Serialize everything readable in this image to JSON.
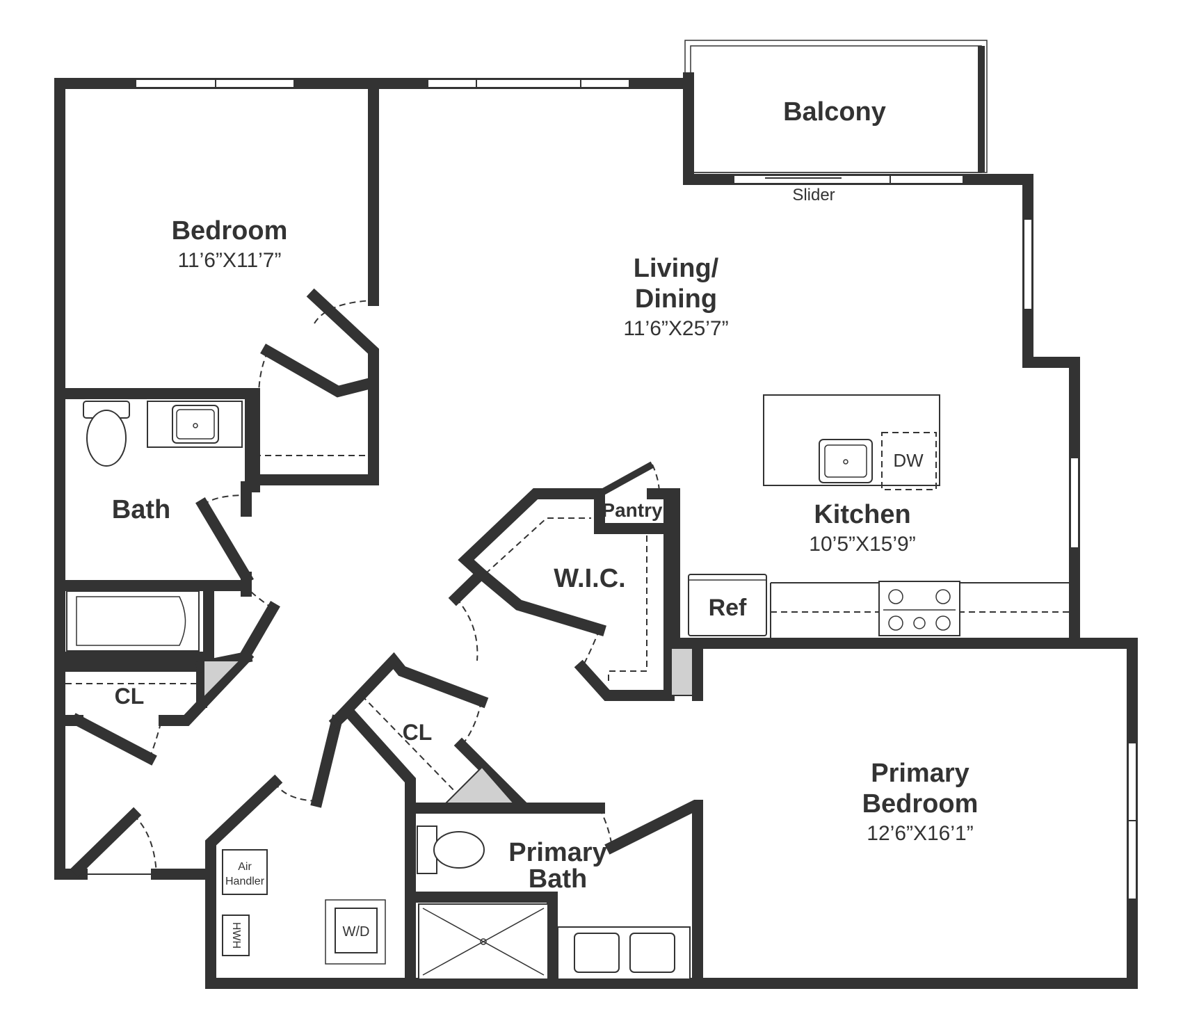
{
  "rooms": {
    "balcony": {
      "name": "Balcony"
    },
    "slider": {
      "name": "Slider"
    },
    "bedroom": {
      "name": "Bedroom",
      "dims": "11’6”X11’7”"
    },
    "living": {
      "name_line1": "Living/",
      "name_line2": "Dining",
      "dims": "11’6”X25’7”"
    },
    "kitchen": {
      "name": "Kitchen",
      "dims": "10’5”X15’9”"
    },
    "bath": {
      "name": "Bath"
    },
    "pantry": {
      "name": "Pantry"
    },
    "wic": {
      "name": "W.I.C."
    },
    "ref": {
      "name": "Ref"
    },
    "dw": {
      "name": "DW"
    },
    "cl_left": {
      "name": "CL"
    },
    "cl_center": {
      "name": "CL"
    },
    "primary_bedroom": {
      "name_line1": "Primary",
      "name_line2": "Bedroom",
      "dims": "12’6”X16’1”"
    },
    "primary_bath": {
      "name_line1": "Primary",
      "name_line2": "Bath"
    },
    "air_handler": {
      "line1": "Air",
      "line2": "Handler"
    },
    "hwh": {
      "name": "HWH"
    },
    "wd": {
      "name": "W/D"
    }
  }
}
